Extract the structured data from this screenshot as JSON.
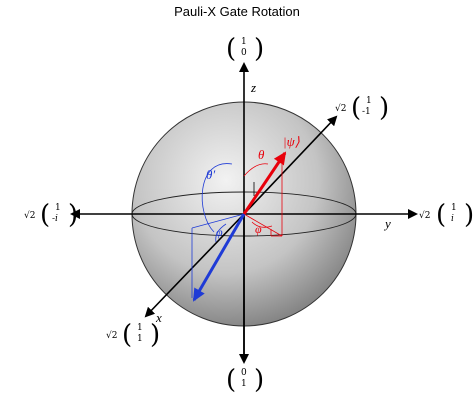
{
  "title": "Pauli-X Gate Rotation",
  "axes": {
    "z": "z",
    "y": "y",
    "x": "x"
  },
  "kets": {
    "top": {
      "prefix": "",
      "r1": "1",
      "r2": "0"
    },
    "bottom": {
      "prefix": "",
      "r1": "0",
      "r2": "1"
    },
    "right": {
      "prefix": "√2",
      "r1": "1",
      "r2": "i"
    },
    "left": {
      "prefix": "√2",
      "r1": "1",
      "r2": "-i"
    },
    "upper_right": {
      "prefix": "√2",
      "r1": "1",
      "r2": "-1"
    },
    "lower_left": {
      "prefix": "√2",
      "r1": "1",
      "r2": "1"
    }
  },
  "annotations": {
    "psi": "|ψ⟩",
    "theta": "θ",
    "phi": "φ",
    "theta_prime": "θ′",
    "phi_prime": "φ"
  },
  "colors": {
    "psi_vector": "#e8000b",
    "rotated_vector": "#1f3bd6",
    "sphere_light": "#eeeeee",
    "sphere_dark": "#7a7a7a",
    "axis": "#000000"
  }
}
